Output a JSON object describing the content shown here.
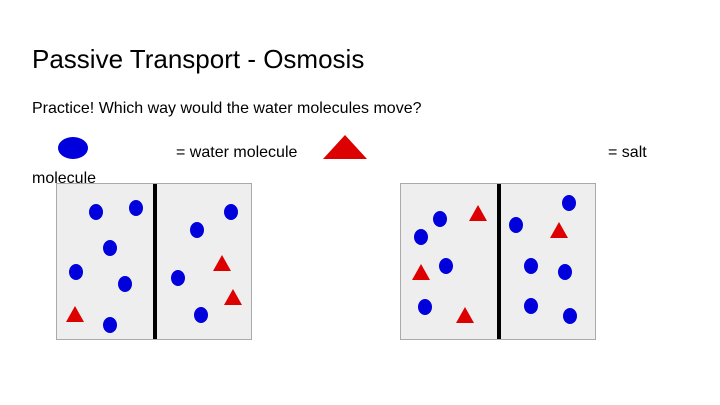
{
  "slide": {
    "title": "Passive Transport - Osmosis",
    "question": "Practice! Which way would the water molecules move?",
    "legend": {
      "water_text": "= water molecule",
      "salt_text": "= salt",
      "wrap_text": "molecule"
    }
  },
  "colors": {
    "water": "#0000dd",
    "salt": "#dd0000",
    "beaker_bg": "#eeeeee",
    "membrane": "#000000"
  },
  "beakers": [
    {
      "left_side": {
        "water_molecules": 6,
        "salt_molecules": 1
      },
      "right_side": {
        "water_molecules": 4,
        "salt_molecules": 2
      }
    },
    {
      "left_side": {
        "water_molecules": 4,
        "salt_molecules": 3
      },
      "right_side": {
        "water_molecules": 6,
        "salt_molecules": 1
      }
    }
  ]
}
